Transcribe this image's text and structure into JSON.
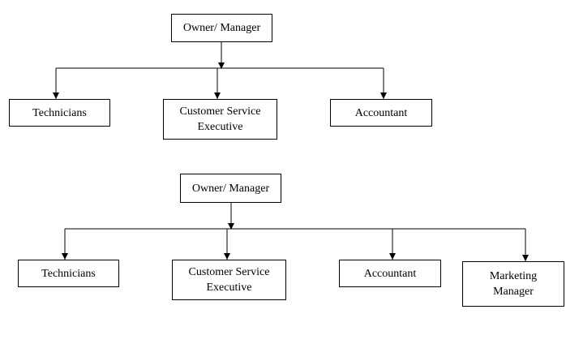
{
  "diagram_1": {
    "root": {
      "label": "Owner/ Manager"
    },
    "children": [
      {
        "label": "Technicians"
      },
      {
        "label": "Customer Service Executive"
      },
      {
        "label": "Accountant"
      }
    ]
  },
  "diagram_2": {
    "root": {
      "label": "Owner/ Manager"
    },
    "children": [
      {
        "label": "Technicians"
      },
      {
        "label": "Customer Service Executive"
      },
      {
        "label": "Accountant"
      },
      {
        "label": "Marketing Manager"
      }
    ]
  },
  "colors": {
    "line": "#000000",
    "box_border": "#000000",
    "background": "#ffffff"
  }
}
